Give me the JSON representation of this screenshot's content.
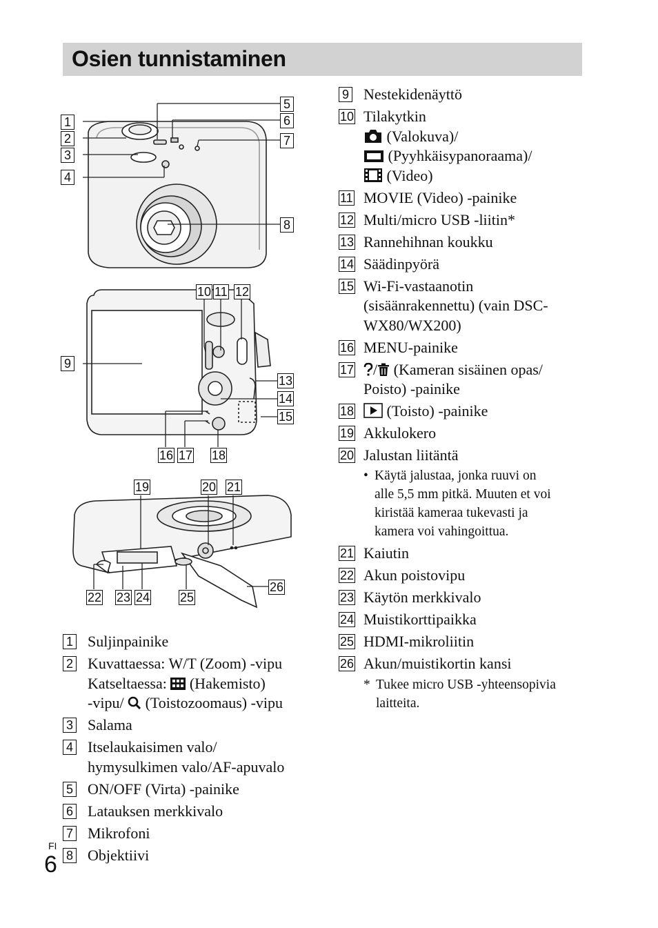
{
  "page": {
    "title": "Osien tunnistaminen",
    "lang_code": "FI",
    "page_number": "6"
  },
  "figure_labels": {
    "front": [
      "1",
      "2",
      "3",
      "4",
      "5",
      "6",
      "7",
      "8"
    ],
    "back": [
      "9",
      "10",
      "11",
      "12",
      "13",
      "14",
      "15",
      "16",
      "17",
      "18"
    ],
    "bottom": [
      "19",
      "20",
      "21",
      "22",
      "23",
      "24",
      "25",
      "26"
    ]
  },
  "left_items": [
    {
      "num": "1",
      "lines": [
        "Suljinpainike"
      ]
    },
    {
      "num": "2",
      "lines": [
        "Kuvattaessa: W/T (Zoom) -vipu",
        "Katseltaessa:",
        "(Hakemisto)",
        "-vipu/",
        "(Toistozoomaus) -vipu"
      ]
    },
    {
      "num": "3",
      "lines": [
        "Salama"
      ]
    },
    {
      "num": "4",
      "lines": [
        "Itselaukaisimen valo/",
        "hymysulkimen valo/AF-apuvalo"
      ]
    },
    {
      "num": "5",
      "lines": [
        "ON/OFF (Virta) -painike"
      ]
    },
    {
      "num": "6",
      "lines": [
        "Latauksen merkkivalo"
      ]
    },
    {
      "num": "7",
      "lines": [
        "Mikrofoni"
      ]
    },
    {
      "num": "8",
      "lines": [
        "Objektiivi"
      ]
    }
  ],
  "right_items": [
    {
      "num": "9",
      "lines": [
        "Nestekidenäyttö"
      ]
    },
    {
      "num": "10",
      "lines": [
        "Tilakytkin",
        "(Valokuva)/",
        "(Pyyhkäisypanoraama)/",
        "(Video)"
      ]
    },
    {
      "num": "11",
      "lines": [
        "MOVIE (Video) -painike"
      ]
    },
    {
      "num": "12",
      "lines": [
        "Multi/micro USB -liitin*"
      ]
    },
    {
      "num": "13",
      "lines": [
        "Rannehihnan koukku"
      ]
    },
    {
      "num": "14",
      "lines": [
        "Säädinpyörä"
      ]
    },
    {
      "num": "15",
      "lines": [
        "Wi-Fi-vastaanotin",
        "(sisäänrakennettu) (vain DSC-",
        "WX80/WX200)"
      ]
    },
    {
      "num": "16",
      "lines": [
        "MENU-painike"
      ]
    },
    {
      "num": "17",
      "lines": [
        "/",
        "(Kameran sisäinen opas/",
        "Poisto) -painike"
      ]
    },
    {
      "num": "18",
      "lines": [
        "(Toisto) -painike"
      ]
    },
    {
      "num": "19",
      "lines": [
        "Akkulokero"
      ]
    },
    {
      "num": "20",
      "lines": [
        "Jalustan liitäntä"
      ]
    },
    {
      "num": "21",
      "lines": [
        "Kaiutin"
      ]
    },
    {
      "num": "22",
      "lines": [
        "Akun poistovipu"
      ]
    },
    {
      "num": "23",
      "lines": [
        "Käytön merkkivalo"
      ]
    },
    {
      "num": "24",
      "lines": [
        "Muistikorttipaikka"
      ]
    },
    {
      "num": "25",
      "lines": [
        "HDMI-mikroliitin"
      ]
    },
    {
      "num": "26",
      "lines": [
        "Akun/muistikortin kansi"
      ]
    }
  ],
  "note_20": [
    "Käytä jalustaa, jonka ruuvi on",
    "alle 5,5 mm pitkä. Muuten et voi",
    "kiristää kameraa tukevasti ja",
    "kamera voi vahingoittua."
  ],
  "footnote": [
    "Tukee micro USB -yhteensopivia",
    "laitteita."
  ],
  "icons": [
    "camera-icon",
    "panorama-icon",
    "film-icon",
    "index-grid-icon",
    "magnifier-icon",
    "question-icon",
    "trash-icon",
    "play-icon"
  ]
}
